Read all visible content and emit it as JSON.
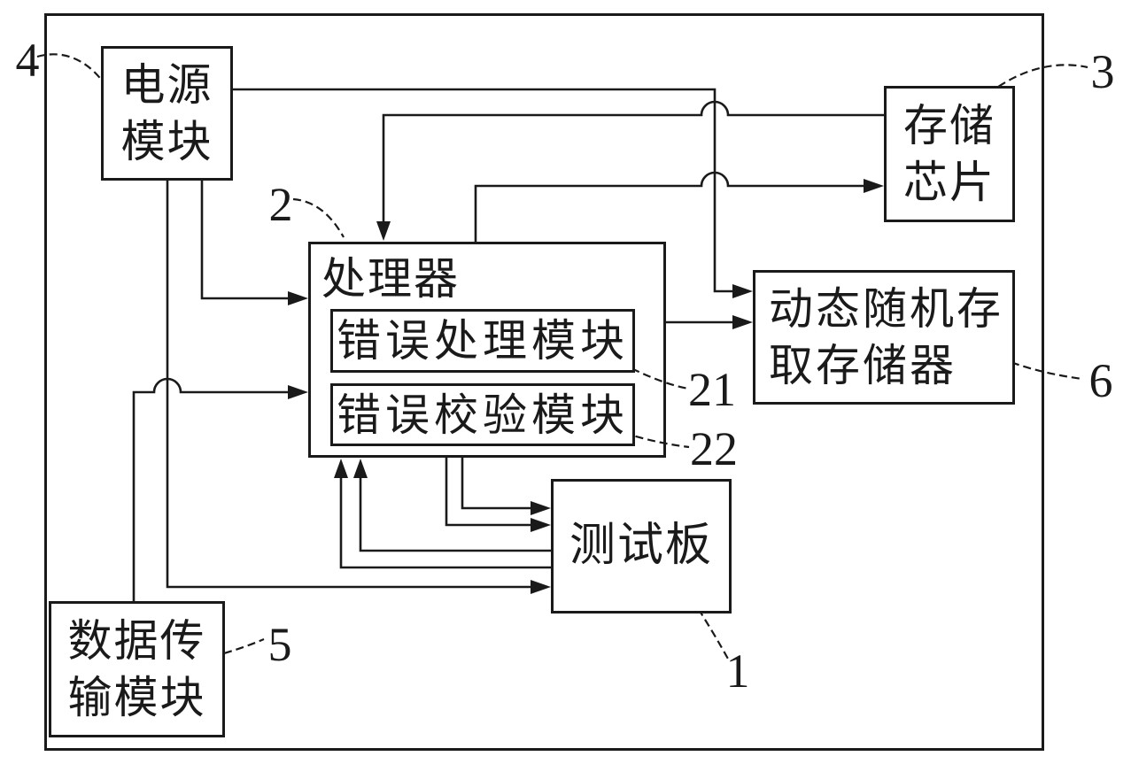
{
  "figure": {
    "colors": {
      "ink": "#1a1a1a",
      "background": "#ffffff"
    },
    "blocks": {
      "power": {
        "line1": "电源",
        "line2": "模块"
      },
      "storage_chip": {
        "line1": "存储",
        "line2": "芯片"
      },
      "processor": {
        "title": "处理器"
      },
      "error_handling": {
        "label": "错误处理模块"
      },
      "error_check": {
        "label": "错误校验模块"
      },
      "dram": {
        "line1": "动态随机存",
        "line2": "取存储器"
      },
      "test_board": {
        "label": "测试板"
      },
      "data_transfer": {
        "line1": "数据传",
        "line2": "输模块"
      }
    },
    "refs": {
      "test_board": "1",
      "processor": "2",
      "storage_chip": "3",
      "power": "4",
      "data_transfer": "5",
      "dram": "6",
      "error_handling": "21",
      "error_check": "22"
    }
  }
}
